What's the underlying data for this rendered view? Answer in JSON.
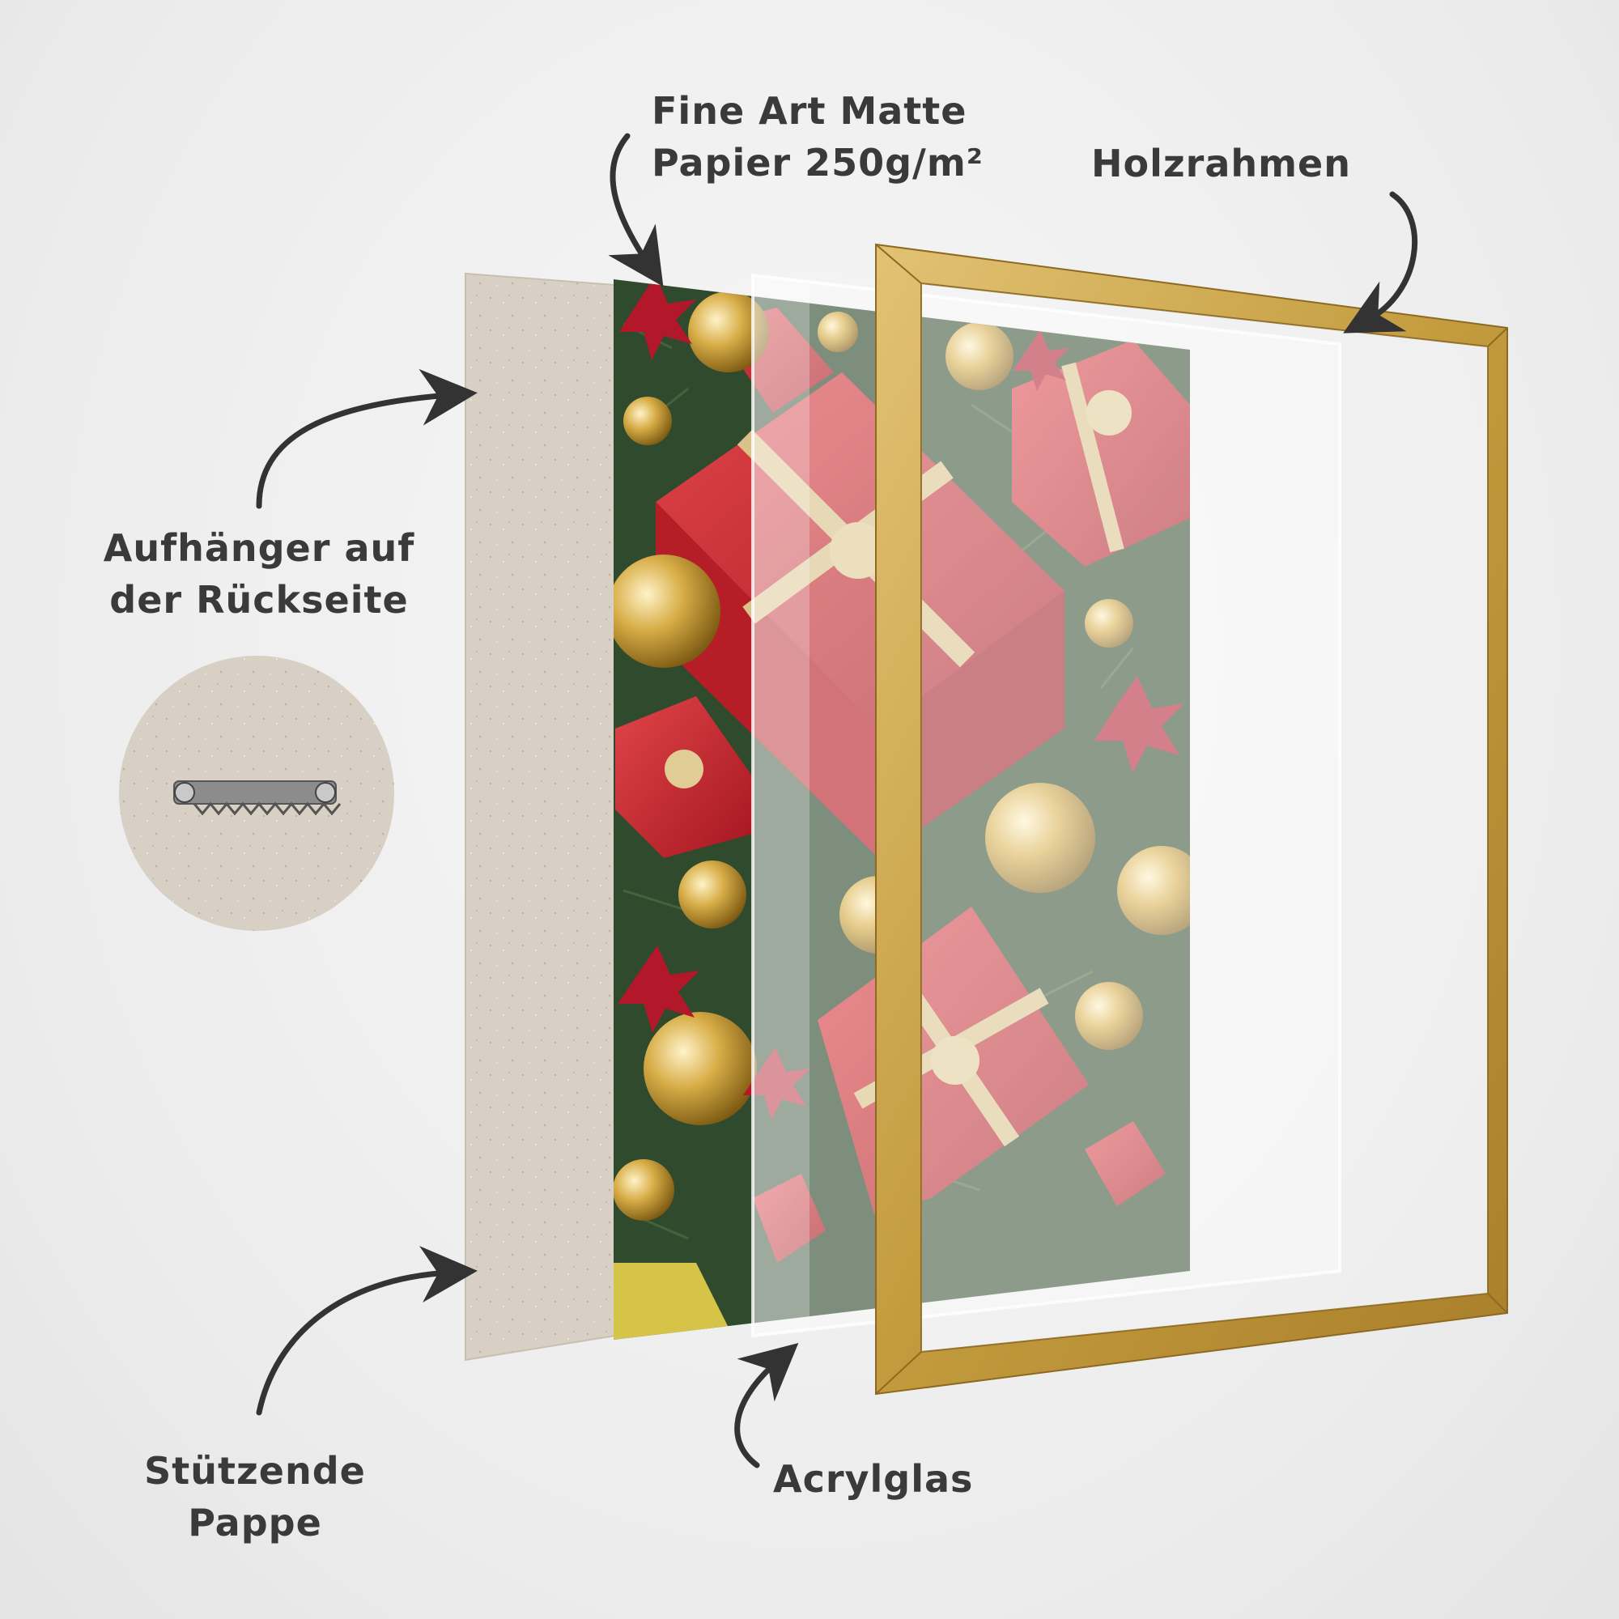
{
  "labels": {
    "paper_line1": "Fine Art Matte",
    "paper_line2": "Papier 250g/m²",
    "frame": "Holzrahmen",
    "hanger_line1": "Aufhänger auf",
    "hanger_line2": "der Rückseite",
    "board_line1": "Stützende",
    "board_line2": "Pappe",
    "acrylic": "Acrylglas"
  },
  "colors": {
    "background": "#ececec",
    "text": "#3a3a3a",
    "board": "#d9d1c5",
    "frame_gold": "#c9a24a",
    "gift_red": "#c8242e",
    "ornament_gold": "#d4a93c",
    "pine_green": "#2f4a2c"
  },
  "icons": {
    "hanger": "sawtooth-hanger-icon",
    "arrows": "curved-arrow-icon"
  }
}
